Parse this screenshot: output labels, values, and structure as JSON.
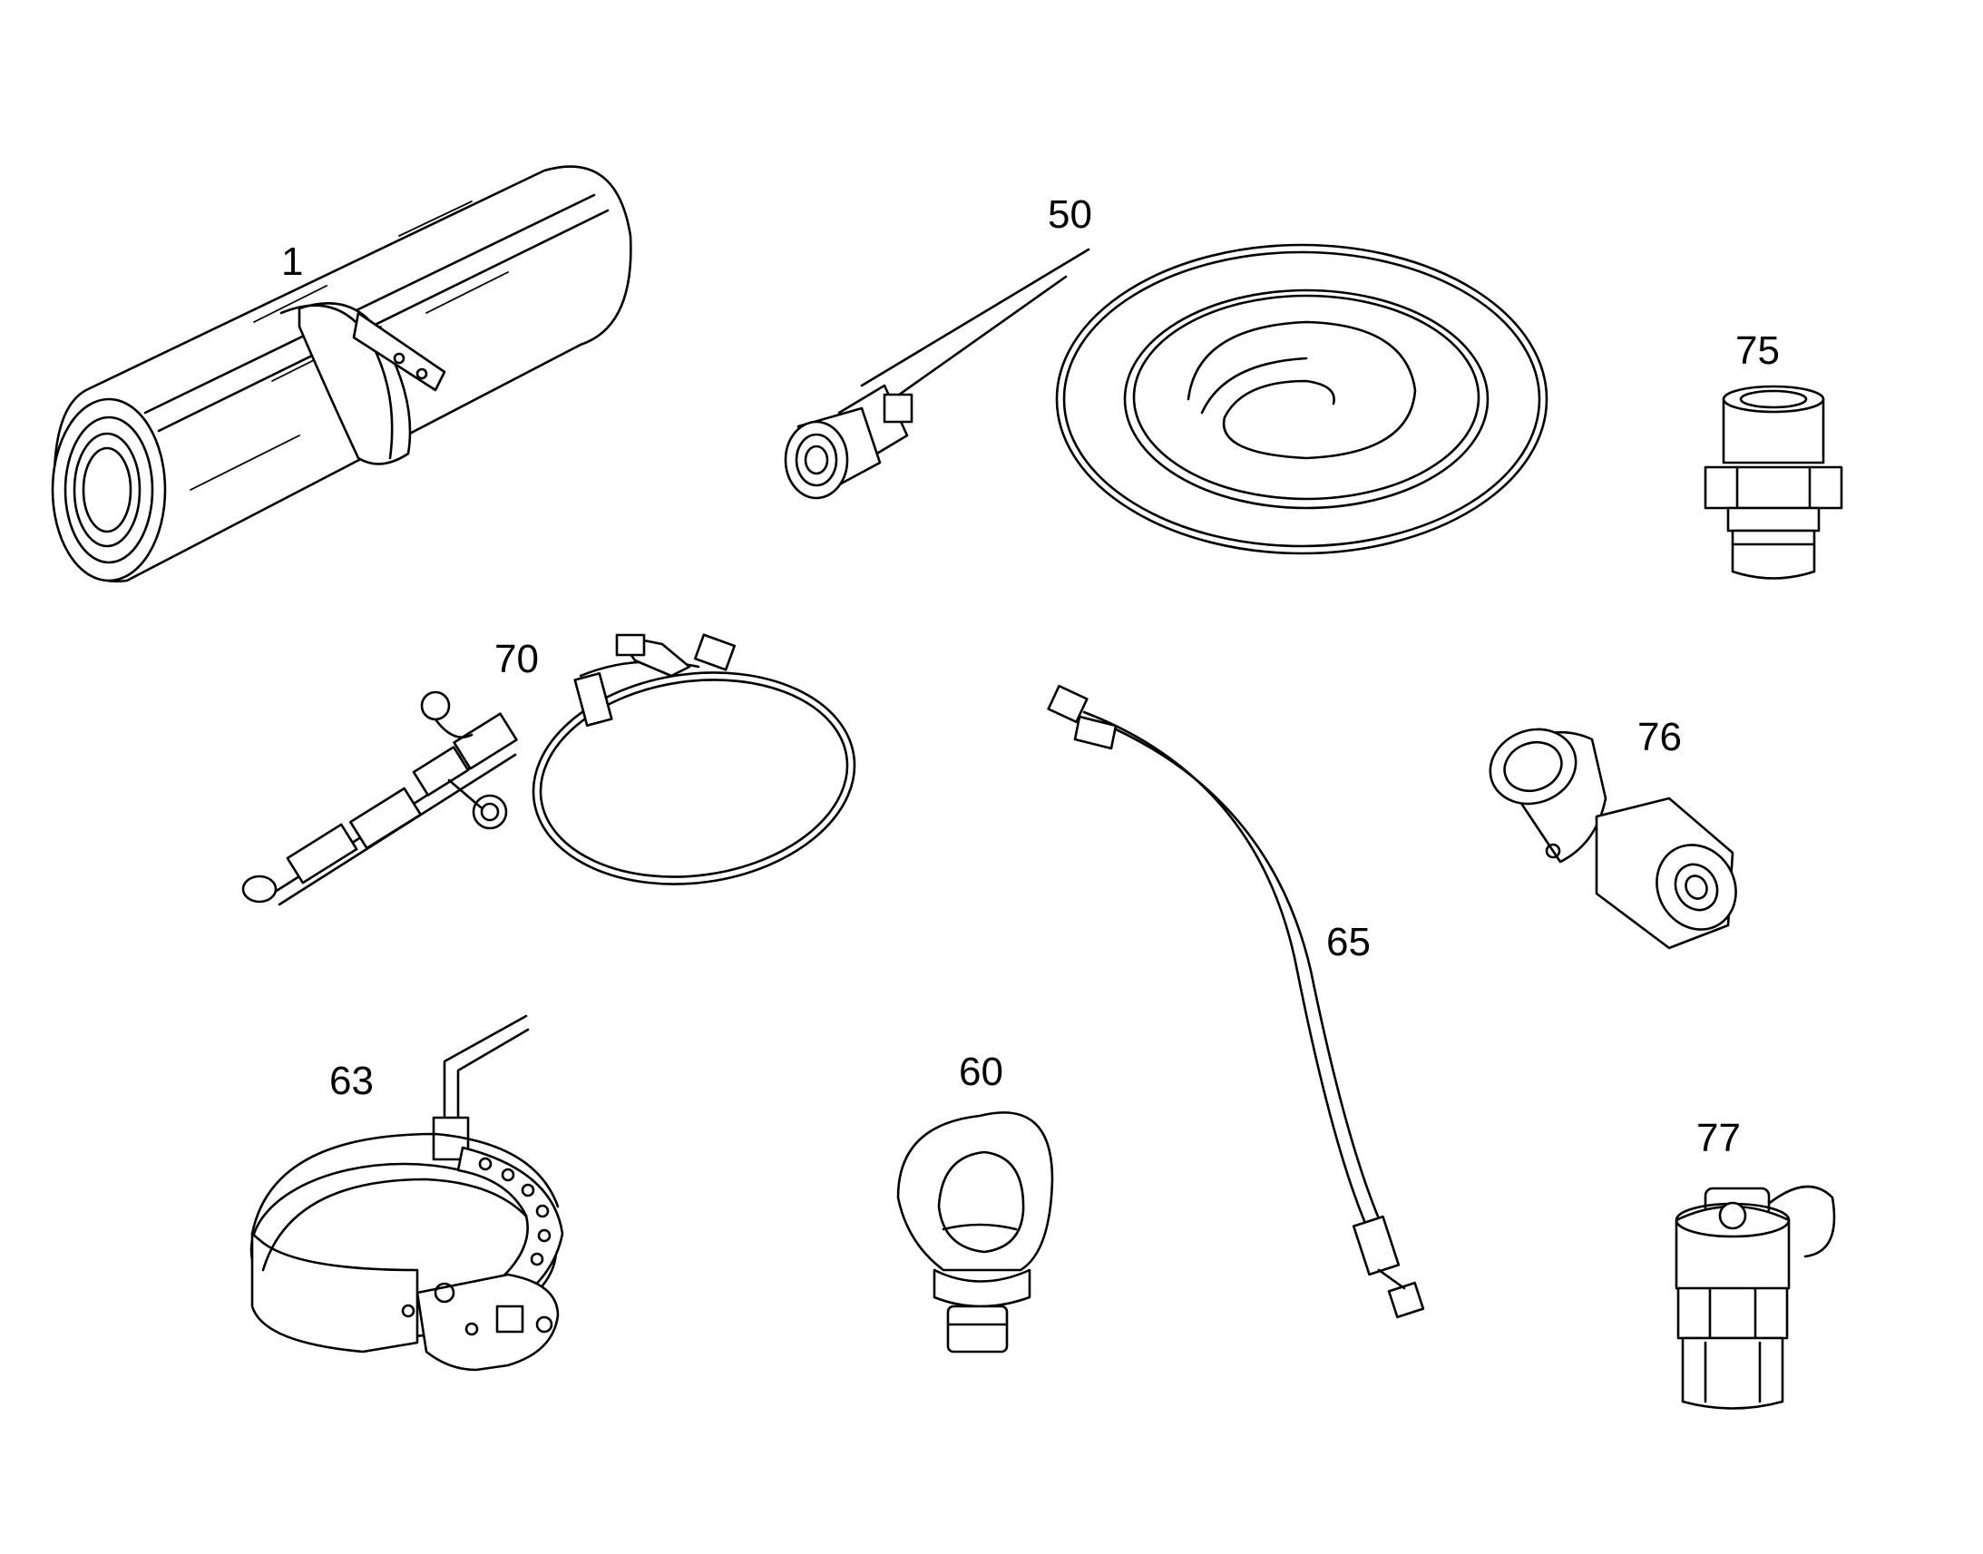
{
  "parts": [
    {
      "id": "1",
      "icon": "rolled-mat-icon"
    },
    {
      "id": "50",
      "icon": "coiled-hose-icon"
    },
    {
      "id": "75",
      "icon": "straight-adapter-icon"
    },
    {
      "id": "70",
      "icon": "test-hose-kit-icon"
    },
    {
      "id": "65",
      "icon": "hydraulic-hose-icon"
    },
    {
      "id": "76",
      "icon": "elbow-fitting-icon"
    },
    {
      "id": "63",
      "icon": "strap-wrench-icon"
    },
    {
      "id": "60",
      "icon": "eye-bolt-icon"
    },
    {
      "id": "77",
      "icon": "test-coupling-icon"
    }
  ],
  "colors": {
    "line": "#000000",
    "background": "#ffffff"
  }
}
